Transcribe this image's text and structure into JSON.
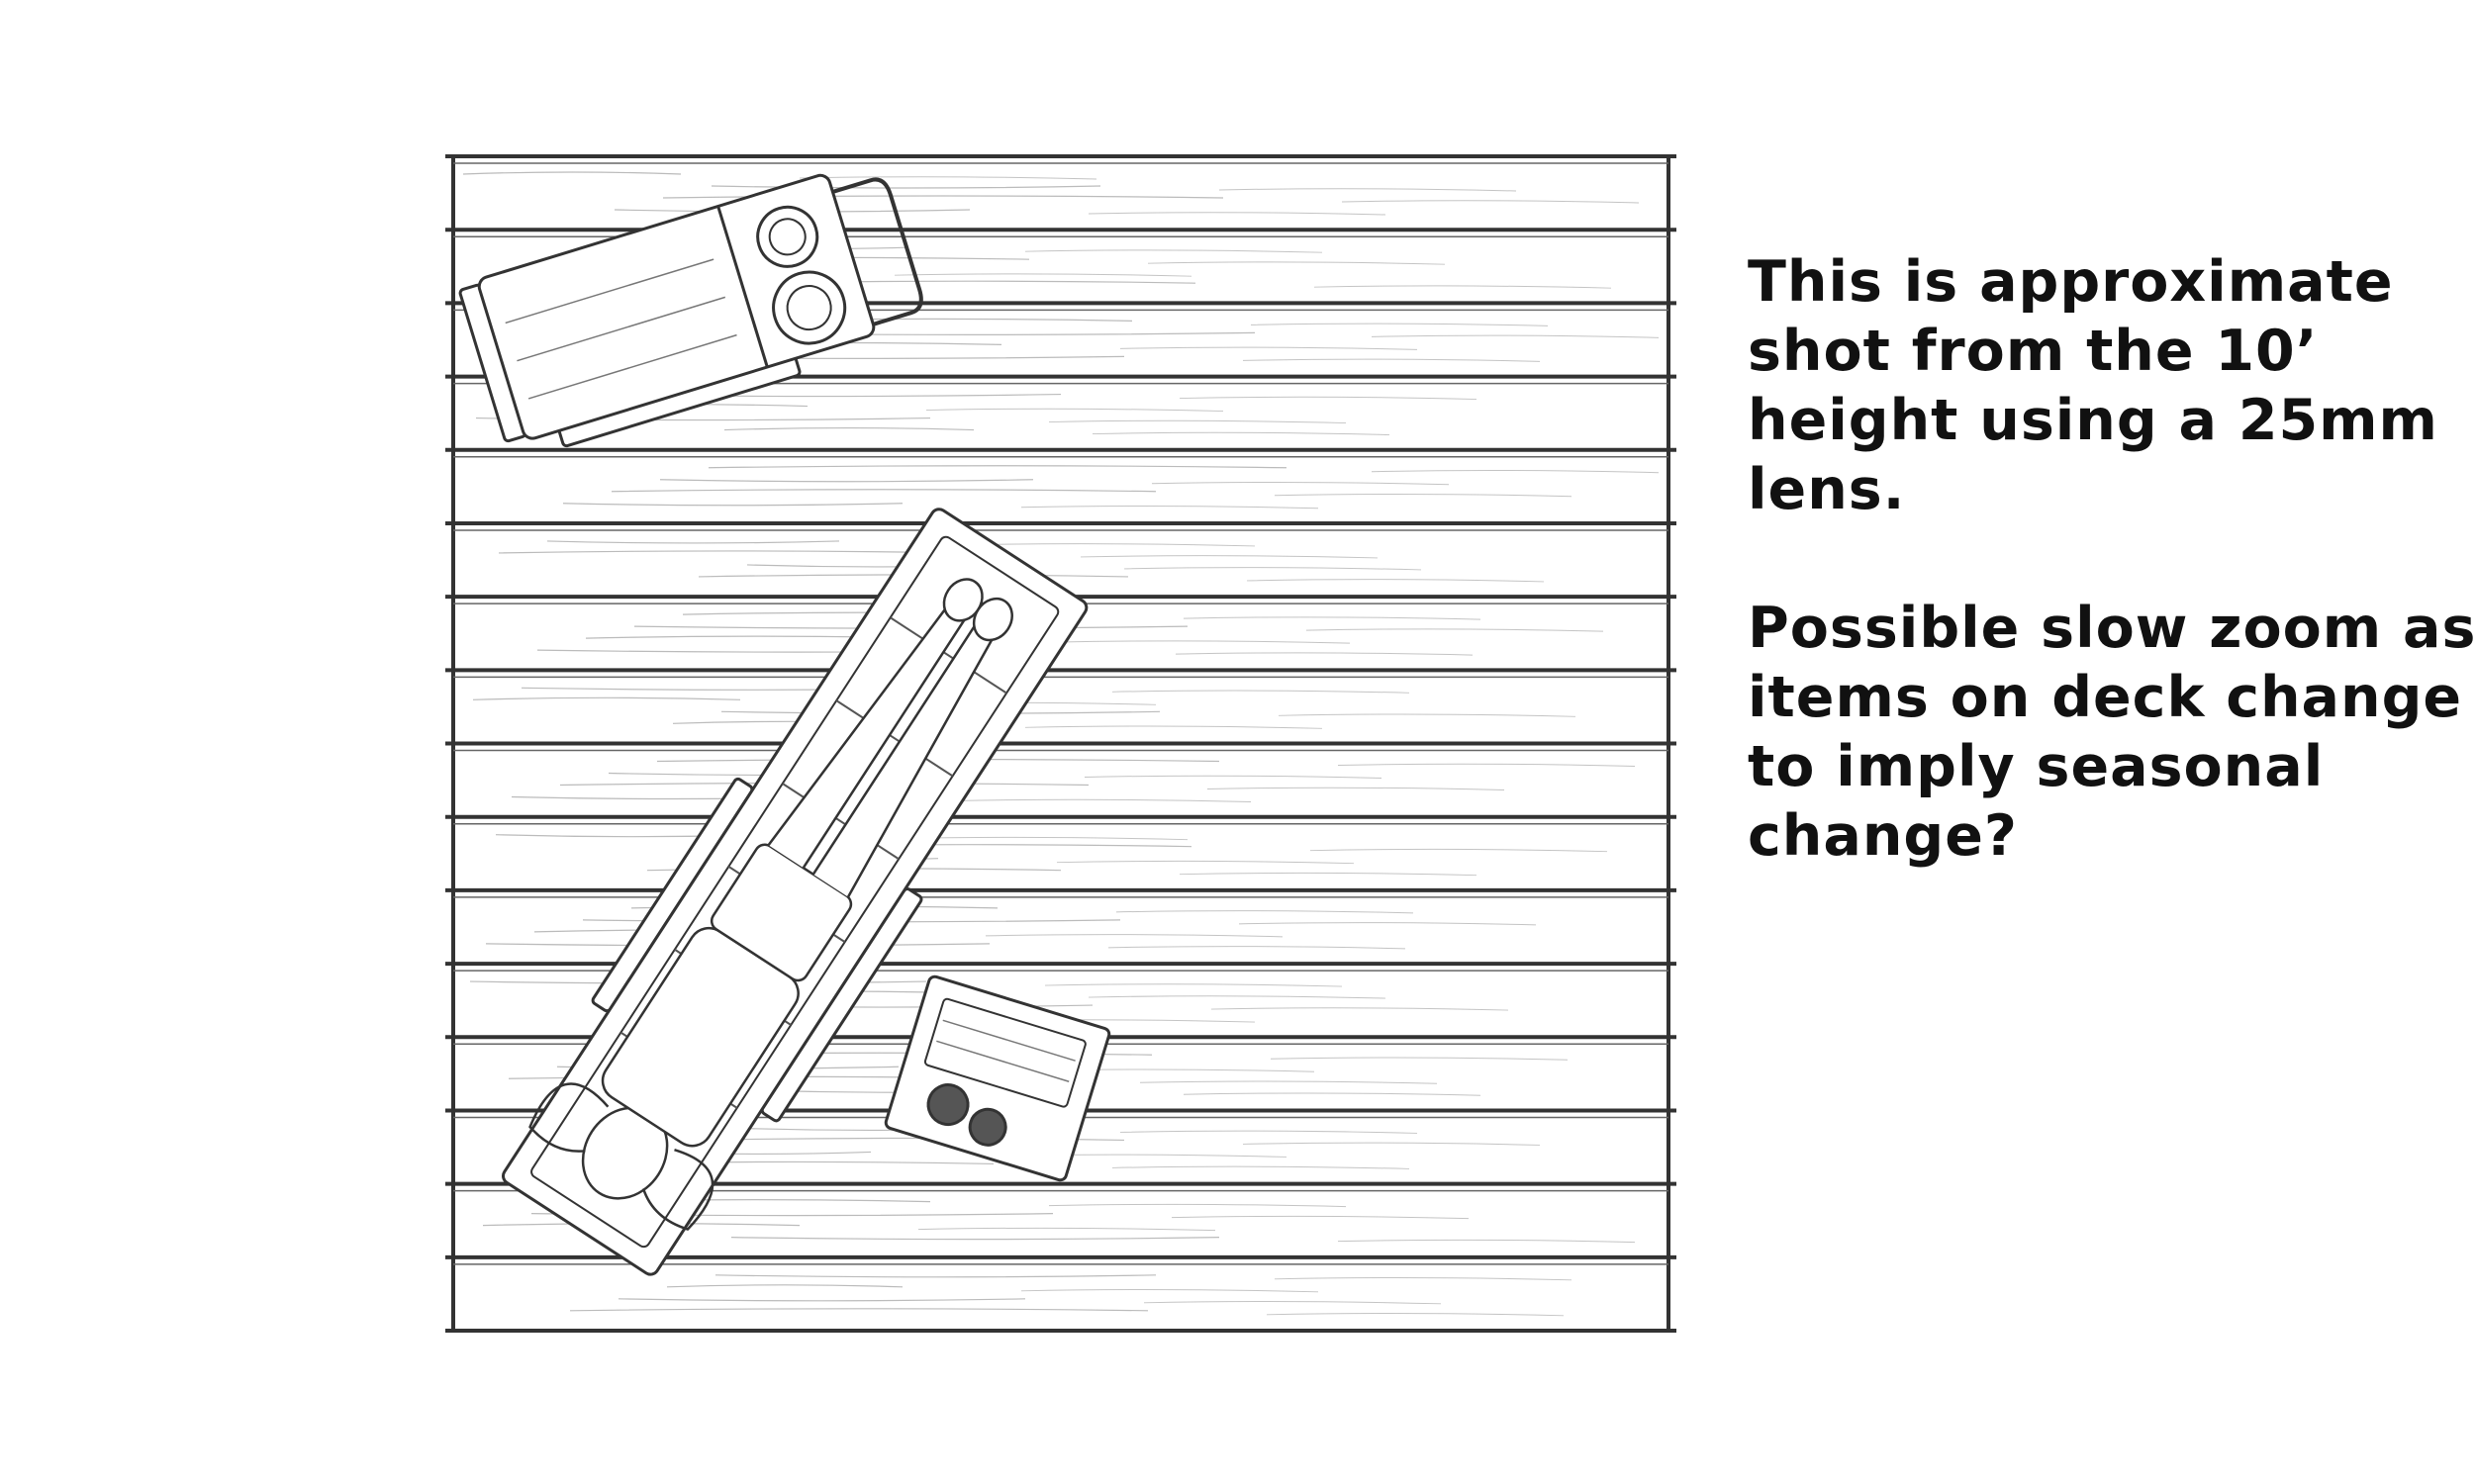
{
  "note": {
    "paragraphs": [
      {
        "lines": [
          "This is approximate",
          "shot from the 10’",
          "height using a 25mm",
          "lens."
        ]
      },
      {
        "lines": [
          "Possible slow zoom as",
          "items on deck change",
          "to imply seasonal",
          "change?"
        ]
      }
    ]
  },
  "palette": {
    "background": "#ffffff",
    "ink": "#333333",
    "text": "#111111"
  }
}
